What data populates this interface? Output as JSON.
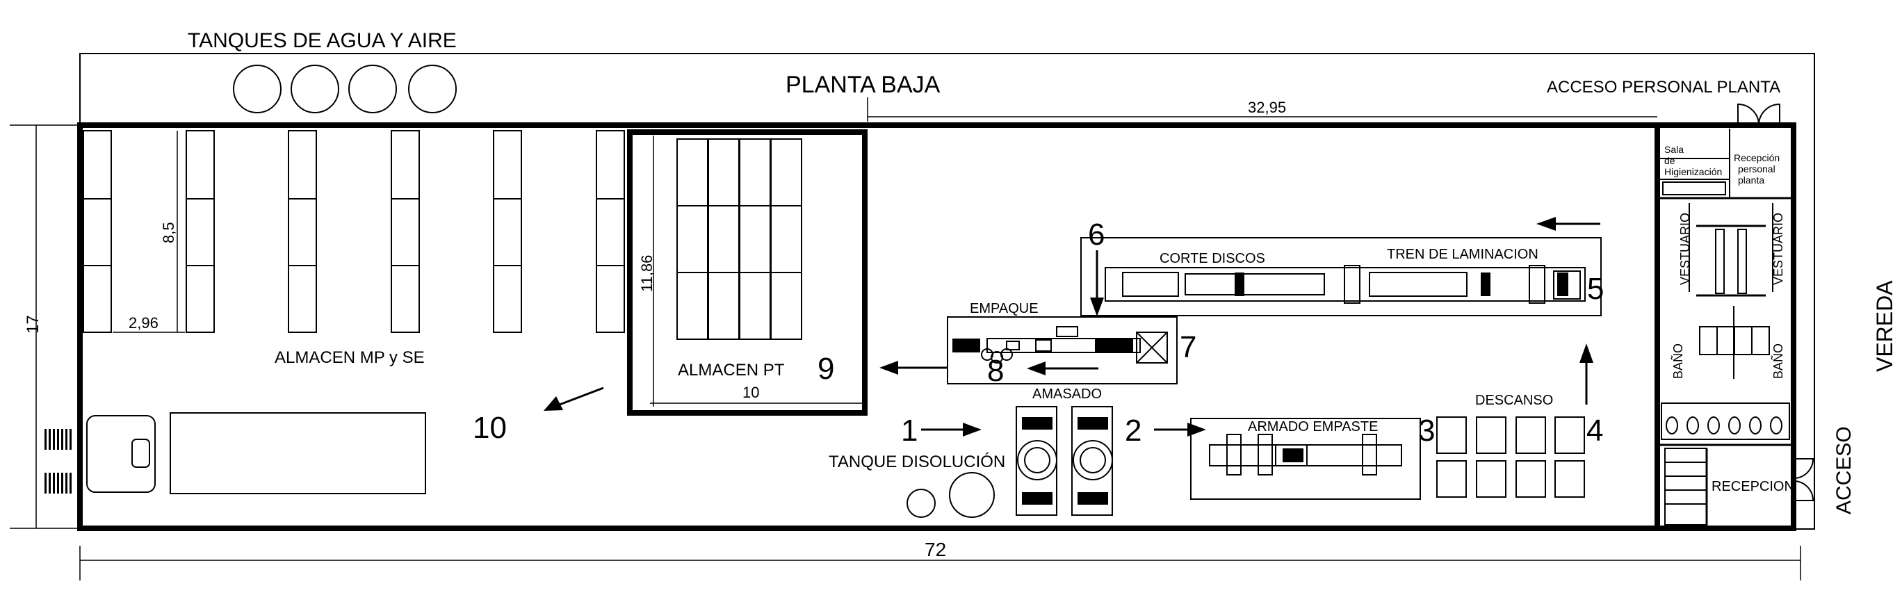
{
  "labels": {
    "tanks_title": "TANQUES DE AGUA Y AIRE",
    "planta_baja": "PLANTA BAJA",
    "acceso_personal": "ACCESO PERSONAL PLANTA",
    "almacen_mp": "ALMACEN MP y SE",
    "almacen_pt": "ALMACEN PT",
    "empaque": "EMPAQUE",
    "amasado": "AMASADO",
    "tanque_disolucion": "TANQUE DISOLUCIÓN",
    "armado_empaste": "ARMADO EMPASTE",
    "descanso": "DESCANSO",
    "corte_discos": "CORTE DISCOS",
    "tren_laminacion": "TREN DE LAMINACION",
    "sala_line1": "Sala",
    "sala_line2": "de",
    "sala_line3": "Higienización",
    "recepcion_personal_line1": "Recepción",
    "recepcion_personal_line2": "personal",
    "recepcion_personal_line3": "planta",
    "vestuario_left": "VESTUARIO",
    "vestuario_right": "VESTUARIO",
    "bano_left": "BAÑO",
    "bano_right": "BAÑO",
    "recepcion": "RECEPCION",
    "acceso": "ACCESO",
    "vereda": "VEREDA"
  },
  "dimensions": {
    "total_length": "72",
    "total_width": "17",
    "top_span": "32,95",
    "rack_height": "8,5",
    "rack_spacing": "2,96",
    "pt_height": "11,86",
    "pt_width": "10"
  },
  "steps": {
    "s1": "1",
    "s2": "2",
    "s3": "3",
    "s4": "4",
    "s5": "5",
    "s6": "6",
    "s7": "7",
    "s8": "8",
    "s9": "9",
    "s10": "10"
  }
}
